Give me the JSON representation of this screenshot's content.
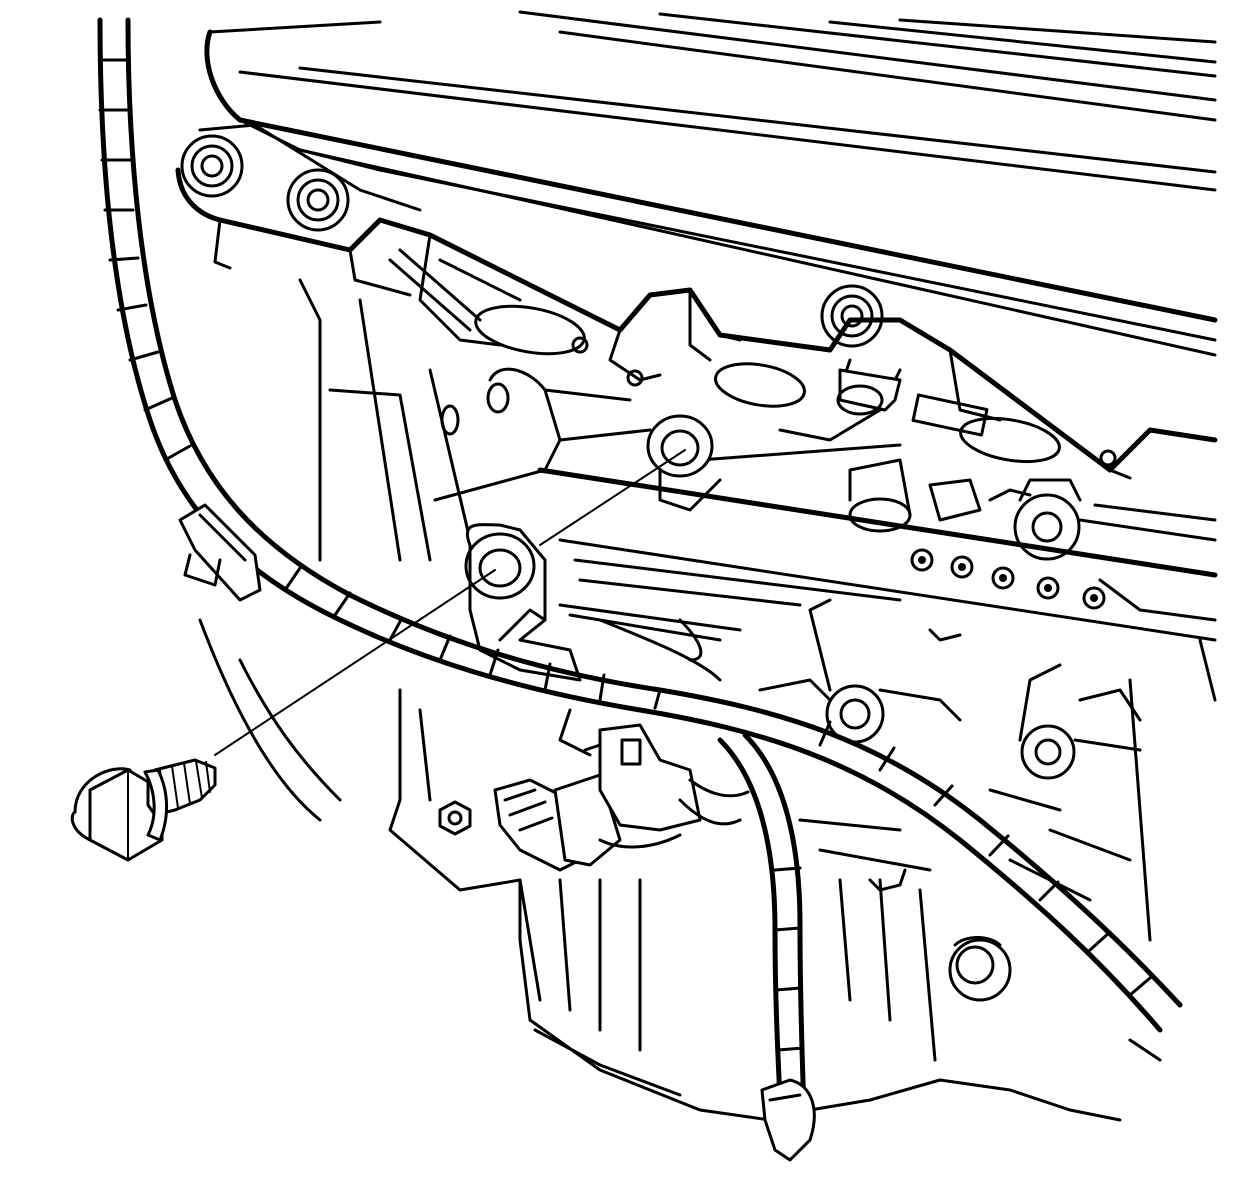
{
  "figure": {
    "style": "black line-art service illustration",
    "colors": {
      "line": "#000000",
      "background": "#ffffff"
    },
    "parts": [
      "mounting-bolt",
      "harness-bracket",
      "mounting-boss-hole",
      "wiring-harness",
      "harness-connector",
      "oil-pan",
      "engine-block",
      "cylinder-head-flange"
    ]
  }
}
